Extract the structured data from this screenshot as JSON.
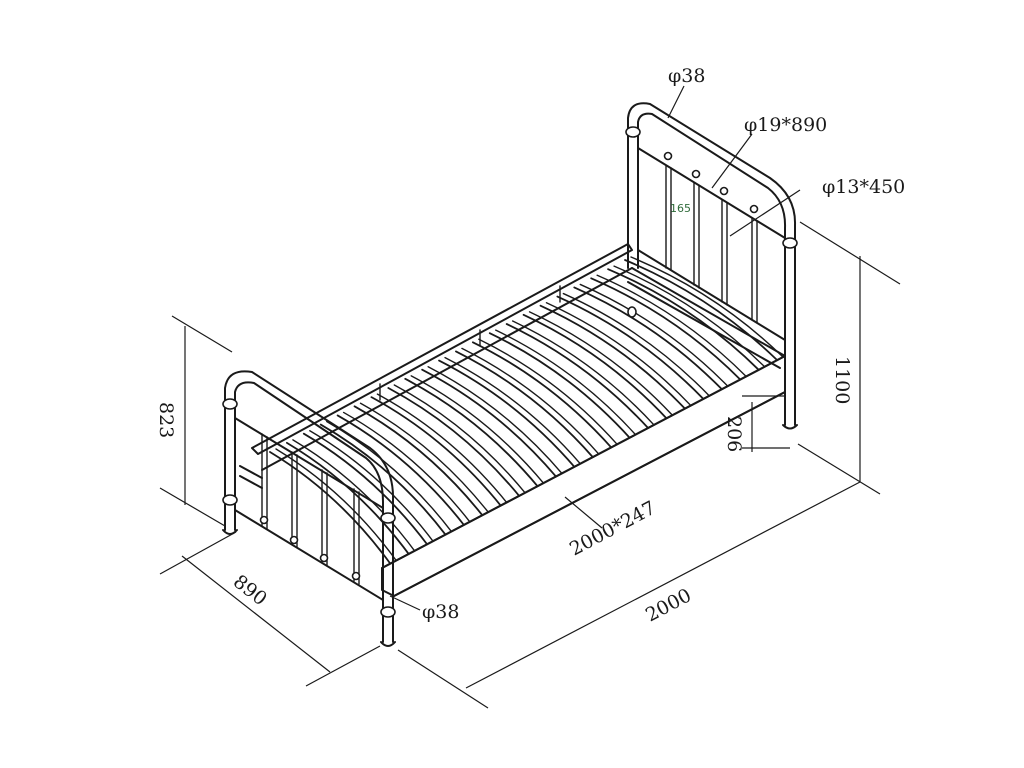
{
  "labels": {
    "pipe_top": "φ38",
    "rail_headboard": "φ19*890",
    "spindle": "φ13*450",
    "small_165": "165",
    "height_1100": "1100",
    "height_823": "823",
    "leg_206": "206",
    "side_rail": "2000*247",
    "width_890": "890",
    "length_2000": "2000",
    "pipe_bottom": "φ38"
  }
}
